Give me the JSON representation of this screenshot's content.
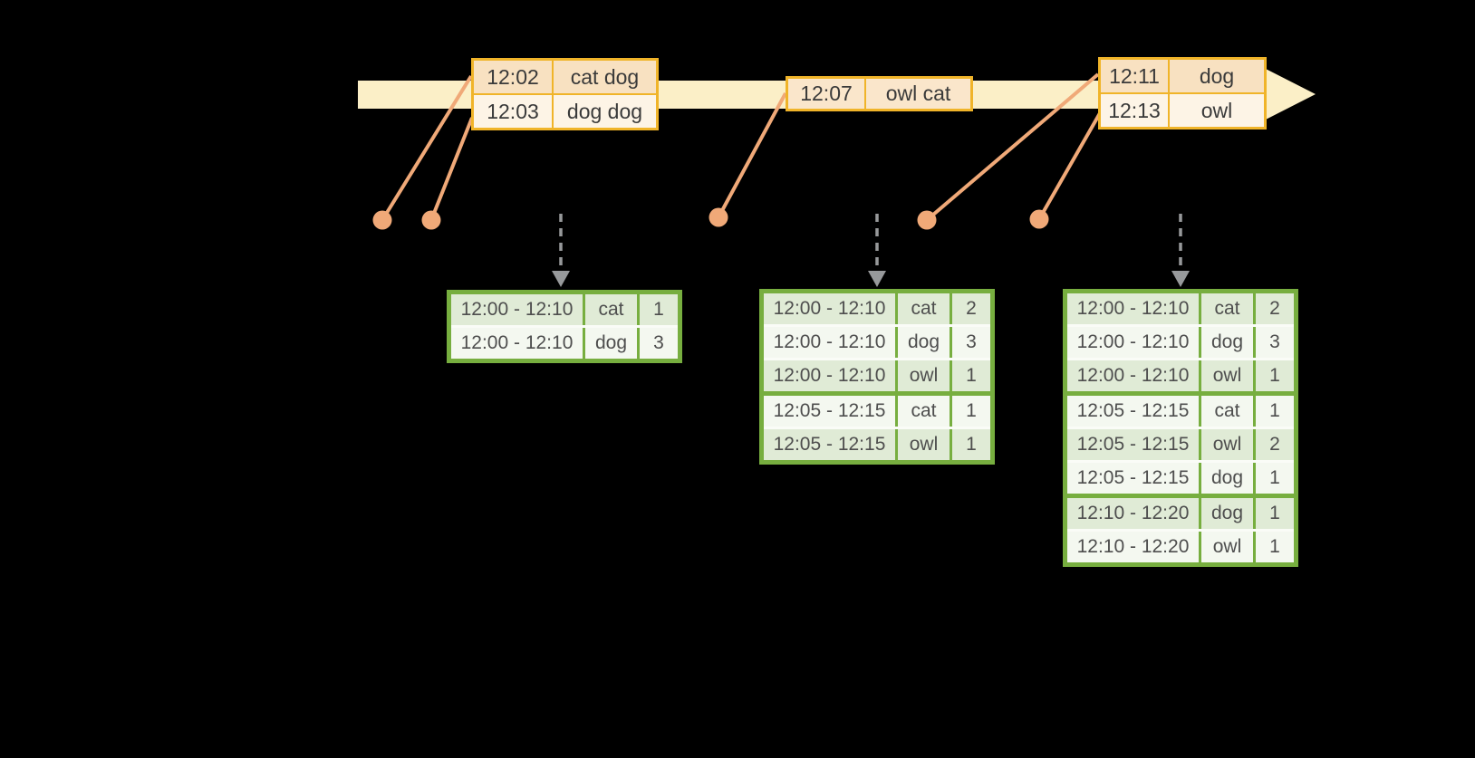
{
  "colors": {
    "background": "#000000",
    "timeline_band": "#FBEFC7",
    "input_border": "#F0B429",
    "input_row_dark": "#F8E1C1",
    "input_row_light": "#FDF4E6",
    "input_row_mid": "#FAE6CB",
    "connector": "#F0A978",
    "result_border": "#77AE3F",
    "result_row_green": "#E0EBD6",
    "result_row_white": "#F4F8F0",
    "dashed_arrow": "#97999B"
  },
  "input_tables": [
    {
      "rows": [
        {
          "time": "12:02",
          "words": "cat dog"
        },
        {
          "time": "12:03",
          "words": "dog dog"
        }
      ]
    },
    {
      "rows": [
        {
          "time": "12:07",
          "words": "owl cat"
        }
      ]
    },
    {
      "rows": [
        {
          "time": "12:11",
          "words": "dog"
        },
        {
          "time": "12:13",
          "words": "owl"
        }
      ]
    }
  ],
  "result_tables": [
    {
      "rows": [
        {
          "window": "12:00 - 12:10",
          "word": "cat",
          "count": "1"
        },
        {
          "window": "12:00 - 12:10",
          "word": "dog",
          "count": "3"
        }
      ]
    },
    {
      "rows": [
        {
          "window": "12:00 - 12:10",
          "word": "cat",
          "count": "2"
        },
        {
          "window": "12:00 - 12:10",
          "word": "dog",
          "count": "3"
        },
        {
          "window": "12:00 - 12:10",
          "word": "owl",
          "count": "1"
        },
        {
          "window": "12:05 - 12:15",
          "word": "cat",
          "count": "1"
        },
        {
          "window": "12:05 - 12:15",
          "word": "owl",
          "count": "1"
        }
      ]
    },
    {
      "rows": [
        {
          "window": "12:00 - 12:10",
          "word": "cat",
          "count": "2"
        },
        {
          "window": "12:00 - 12:10",
          "word": "dog",
          "count": "3"
        },
        {
          "window": "12:00 - 12:10",
          "word": "owl",
          "count": "1"
        },
        {
          "window": "12:05 - 12:15",
          "word": "cat",
          "count": "1"
        },
        {
          "window": "12:05 - 12:15",
          "word": "owl",
          "count": "2"
        },
        {
          "window": "12:05 - 12:15",
          "word": "dog",
          "count": "1"
        },
        {
          "window": "12:10 - 12:20",
          "word": "dog",
          "count": "1"
        },
        {
          "window": "12:10 - 12:20",
          "word": "owl",
          "count": "1"
        }
      ]
    }
  ]
}
